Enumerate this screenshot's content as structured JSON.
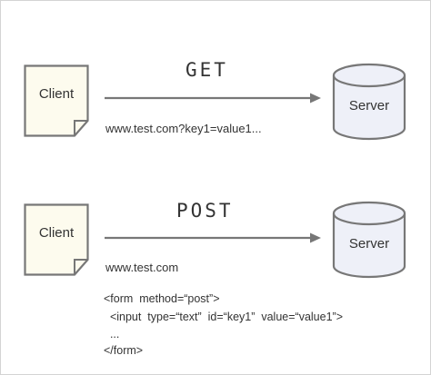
{
  "colors": {
    "doc_fill": "#fdfbee",
    "db_fill": "#eef0f8",
    "stroke": "#777777",
    "text": "#333333"
  },
  "get_flow": {
    "client_label": "Client",
    "method": "GET",
    "url": "www.test.com?key1=value1...",
    "server_label": "Server"
  },
  "post_flow": {
    "client_label": "Client",
    "method": "POST",
    "url": "www.test.com",
    "server_label": "Server",
    "form_code": [
      "<form  method=“post”>",
      "  <input  type=“text”  id=“key1”  value=“value1”>",
      "  ...",
      "</form>"
    ]
  }
}
